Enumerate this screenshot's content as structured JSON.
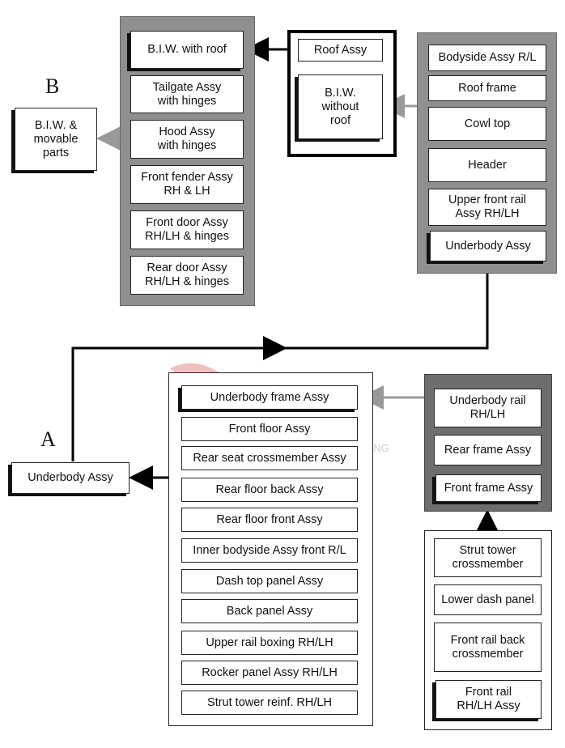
{
  "labels": {
    "a": "A",
    "b": "B"
  },
  "biw_movable": "B.I.W. &\nmovable\nparts",
  "biw_panel": [
    "B.I.W. with roof",
    "Tailgate Assy\nwith hinges",
    "Hood Assy\nwith hinges",
    "Front fender Assy\nRH & LH",
    "Front door Assy\nRH/LH & hinges",
    "Rear door Assy\nRH/LH & hinges"
  ],
  "roof_frame": [
    "Roof Assy",
    "B.I.W.\nwithout\nroof"
  ],
  "bodyside_panel": [
    "Bodyside Assy R/L",
    "Roof frame",
    "Cowl top",
    "Header",
    "Upper front rail\nAssy RH/LH",
    "Underbody Assy"
  ],
  "underbody_assy_a": "Underbody Assy",
  "underbody_list": [
    "Underbody frame Assy",
    "Front floor Assy",
    "Rear seat crossmember Assy",
    "Rear floor back Assy",
    "Rear floor front Assy",
    "Inner bodyside Assy front R/L",
    "Dash top panel Assy",
    "Back panel Assy",
    "Upper rail boxing RH/LH",
    "Rocker panel Assy  RH/LH",
    "Strut tower reinf. RH/LH"
  ],
  "rail_panel": [
    "Underbody rail\nRH/LH",
    "Rear frame Assy",
    "Front frame Assy"
  ],
  "front_frame_list": [
    "Strut tower\ncrossmember",
    "Lower dash panel",
    "Front rail back\ncrossmember",
    "Front     rail\nRH/LH Assy"
  ],
  "watermark": {
    "tagline": "VIET COMPETENCE TRADING"
  }
}
